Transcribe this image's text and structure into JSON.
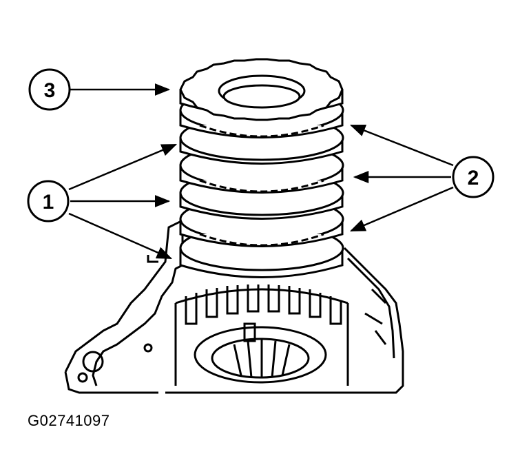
{
  "callouts": [
    {
      "id": "1",
      "label": "1"
    },
    {
      "id": "2",
      "label": "2"
    },
    {
      "id": "3",
      "label": "3"
    }
  ],
  "figure_id": "G02741097",
  "colors": {
    "line": "#000000",
    "background": "#ffffff"
  }
}
